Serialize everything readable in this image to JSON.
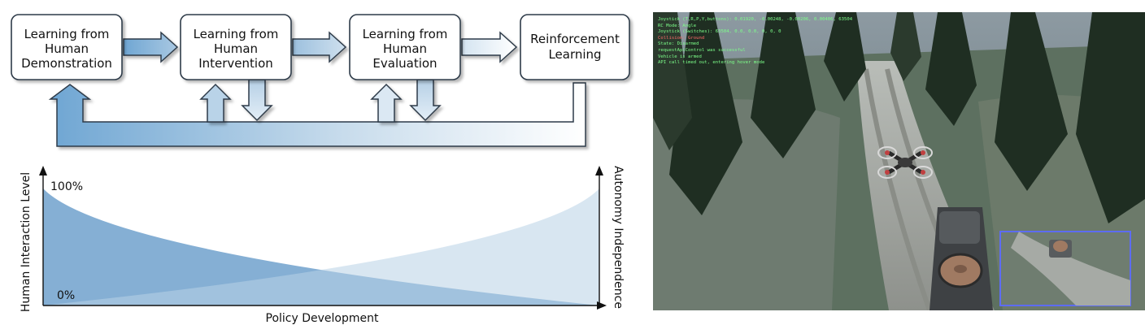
{
  "pipeline": {
    "boxes": [
      {
        "line1": "Learning  from",
        "line2": "Human",
        "line3": "Demonstration"
      },
      {
        "line1": "Learning  from",
        "line2": "Human",
        "line3": "Intervention"
      },
      {
        "line1": "Learning  from",
        "line2": "Human",
        "line3": "Evaluation"
      },
      {
        "line1": "Reinforcement",
        "line2": "Learning"
      }
    ]
  },
  "curve_plot": {
    "y_left_label": "Human Interaction Level",
    "y_right_label": "Autonomy Independence",
    "x_label": "Policy Development",
    "tick_high": "100%",
    "tick_low": "0%"
  },
  "simulation": {
    "hud_lines": [
      "Joystick (T,R,P,Y,buttons): 0.01920, -0.00248, -0.00206, 0.00406, 63504",
      "RC Mode: Angle",
      "Joystick (Switches): 63504, 0.0, 0.0, 0, 0, 0",
      "Collision: Ground",
      "State: Disarmed",
      "requestApiControl was successful",
      "Vehicle is armed",
      "API call timed out, entering hover mode"
    ],
    "colors": {
      "hud_text": "#7dff8a",
      "inset_border": "#5d6cf5"
    }
  },
  "colors": {
    "flow_blue": "#6fa6d3",
    "curve_dark": "#6a9ecb",
    "curve_light": "#cfe0ee"
  }
}
